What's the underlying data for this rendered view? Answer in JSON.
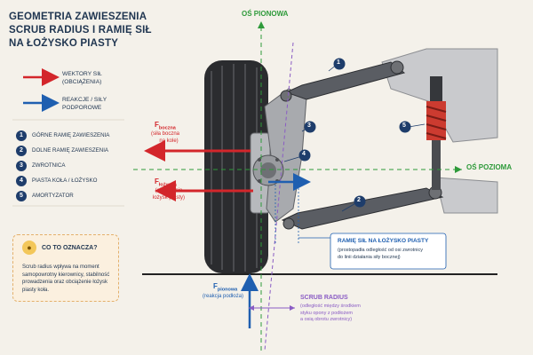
{
  "title_lines": [
    "GEOMETRIA ZAWIESZENIA",
    "SCRUB RADIUS I RAMIĘ SIŁ",
    "NA ŁOŻYSKO PIASTY"
  ],
  "legend": {
    "force_vectors_line1": "WEKTORY SIŁ",
    "force_vectors_line2": "(OBCIĄŻENIA)",
    "reactions_line1": "REAKCJE / SIŁY",
    "reactions_line2": "PODPOROWE",
    "force_color": "#d3262b",
    "reaction_color": "#1f5fb0"
  },
  "components": [
    {
      "num": "1",
      "label": "GÓRNE RAMIĘ ZAWIESZENIA"
    },
    {
      "num": "2",
      "label": "DOLNE RAMIĘ ZAWIESZENIA"
    },
    {
      "num": "3",
      "label": "ZWROTNICA"
    },
    {
      "num": "4",
      "label": "PIASTA KOŁA / ŁOŻYSKO"
    },
    {
      "num": "5",
      "label": "AMORTYZATOR"
    }
  ],
  "info": {
    "heading": "CO TO OZNACZA?",
    "body": "Scrub radius wpływa na moment samopowrotny kierownicy, stabilność prowadzenia oraz obciążenie łożysk piasty koła."
  },
  "axes": {
    "vertical": "OŚ PIONOWA",
    "horizontal": "OŚ POZIOMA",
    "axis_color": "#2e9a3a"
  },
  "forces": {
    "f_boczna_symbol": "F",
    "f_boczna_sub": "boczna",
    "f_boczna_desc_1": "(siła boczna",
    "f_boczna_desc_2": "na kole)",
    "f_lozyska_symbol": "F",
    "f_lozyska_sub": "łożyska",
    "f_lozyska_desc_1": "(obciążenie",
    "f_lozyska_desc_2": "łożysk piasty)",
    "f_pionowa_symbol": "F",
    "f_pionowa_sub": "pionowa",
    "f_pionowa_desc": "(reakcja podłoża)"
  },
  "callouts": {
    "arm_title": "RAMIĘ SIŁ NA ŁOŻYSKO PIASTY",
    "arm_desc_1": "(prostopadła odległość od osi zwrotnicy",
    "arm_desc_2": "do linii działania siły bocznej)",
    "scrub_title": "SCRUB RADIUS",
    "scrub_desc_1": "(odległość między środkiem",
    "scrub_desc_2": "styku opony z podłożem",
    "scrub_desc_3": "a osią obrotu zwrotnicy)"
  },
  "badges": [
    "1",
    "2",
    "3",
    "4",
    "5"
  ]
}
